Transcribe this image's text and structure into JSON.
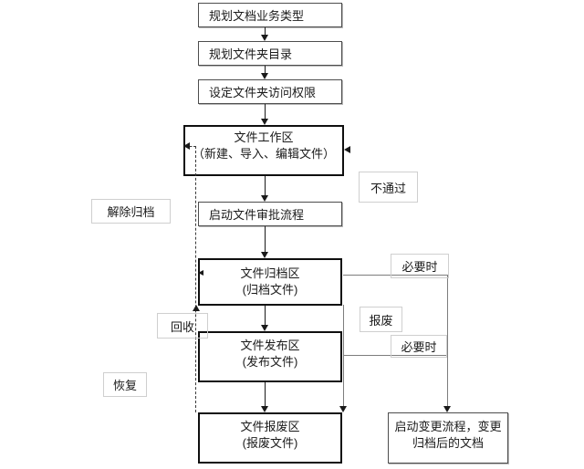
{
  "diagram": {
    "title": "document-management-workflow-flowchart",
    "boxes": {
      "plan_type": "规划文档业务类型",
      "plan_folder": "规划文件夹目录",
      "set_permission": "设定文件夹访问权限",
      "workspace_line1": "文件工作区",
      "workspace_line2": "（新建、导入、编辑文件）",
      "approval": "启动文件审批流程",
      "archive_line1": "文件归档区",
      "archive_line2": "(归档文件)",
      "publish_line1": "文件发布区",
      "publish_line2": "(发布文件)",
      "scrap_line1": "文件报废区",
      "scrap_line2": "(报废文件)",
      "change_line1": "启动变更流程，变更",
      "change_line2": "归档后的文档"
    },
    "labels": {
      "not_passed": "不通过",
      "when_necessary_1": "必要时",
      "scrap": "报废",
      "when_necessary_2": "必要时",
      "unarchive": "解除归档",
      "recycle": "回收",
      "restore": "恢复"
    },
    "colors": {
      "box_border_bold": "#0f0f0f",
      "box_border_thin": "#4d4d4d",
      "label_border": "#cfcfcf",
      "connector_dark": "#1a1a1a",
      "connector_gray": "#7d7d7d",
      "background": "#ffffff"
    }
  }
}
